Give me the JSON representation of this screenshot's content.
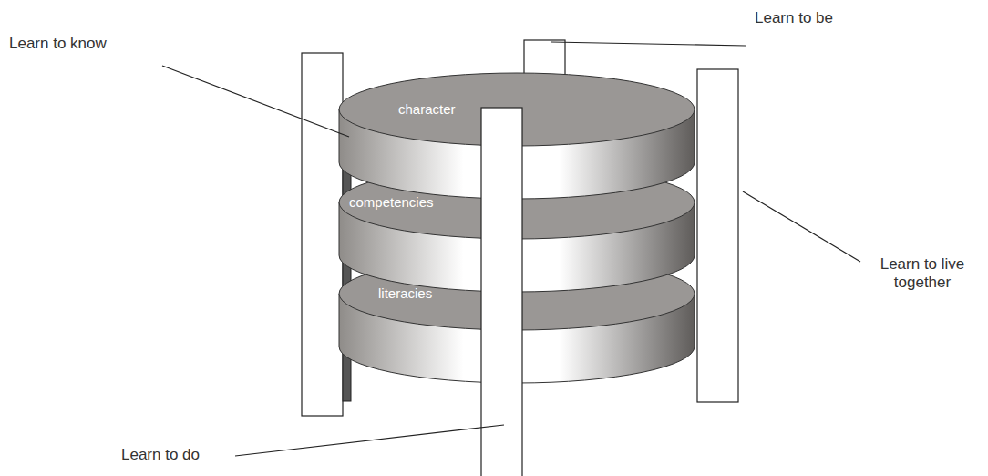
{
  "diagram": {
    "nodes": [
      {
        "text": [
          "character"
        ]
      },
      {
        "text": [
          "competencies"
        ]
      },
      {
        "text": [
          "literacies"
        ]
      }
    ],
    "labels": [
      "Learn to know",
      "Learn to be",
      "Learn to do",
      "Learn to live together"
    ]
  }
}
